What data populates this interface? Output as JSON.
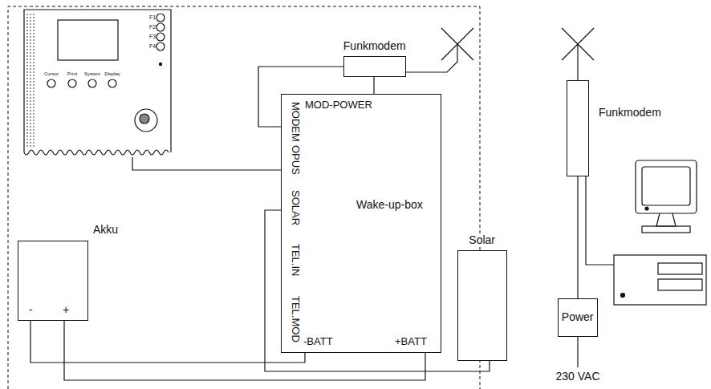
{
  "diagram": {
    "nodes": [
      {
        "text": [
          "Funkmodem"
        ]
      },
      {
        "text": [
          "Funkmodem"
        ]
      },
      {
        "text": [
          "MOD-POWER",
          "MODEM",
          "OPUS",
          "SOLAR",
          "TEL.IN",
          "TEL.MOD",
          "Wake-up-box",
          "-BATT",
          "+BATT"
        ]
      },
      {
        "text": [
          "Akku",
          "-",
          "+"
        ]
      },
      {
        "text": [
          "Solar"
        ]
      },
      {
        "text": [
          "Power"
        ]
      }
    ],
    "edges": [
      {
        "from": 0,
        "to": 2,
        "arrow": "none"
      },
      {
        "from": 0,
        "to": 2,
        "arrow": "none"
      },
      {
        "from": 2,
        "to": 4,
        "arrow": "none"
      },
      {
        "from": 3,
        "to": 2,
        "arrow": "none"
      },
      {
        "from": 3,
        "to": 2,
        "arrow": "none"
      },
      {
        "from": 1,
        "to": 5,
        "arrow": "none"
      }
    ],
    "labels": [
      "F1",
      "F2",
      "F3",
      "F4",
      "Cursor",
      "Print",
      "System",
      "Display",
      "230 VAC"
    ]
  }
}
